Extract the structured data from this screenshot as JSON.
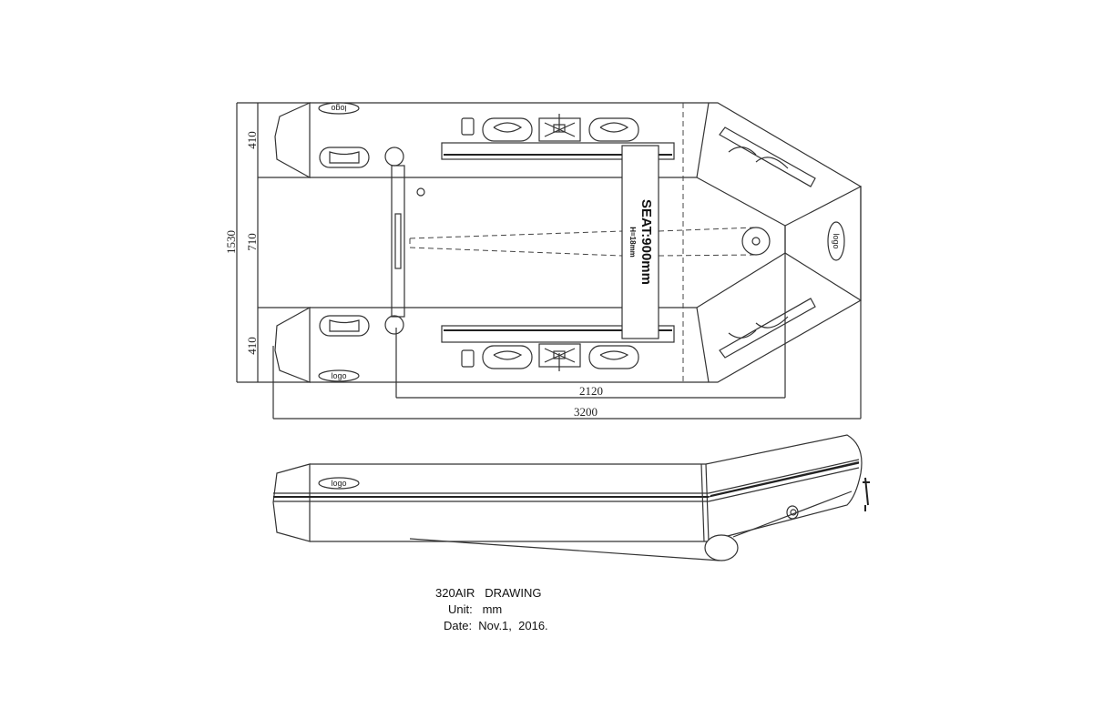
{
  "dimensions": {
    "overall_width": "1530",
    "tube_top": "410",
    "floor_width": "710",
    "tube_bottom": "410",
    "floor_length": "2120",
    "overall_length": "3200"
  },
  "seat": {
    "label": "SEAT:900mm",
    "thickness": "H=18mm"
  },
  "logo_text": "logo",
  "title_block": {
    "title": "320AIR   DRAWING",
    "unit": "Unit:   mm",
    "date": "Date:  Nov.1,  2016."
  }
}
